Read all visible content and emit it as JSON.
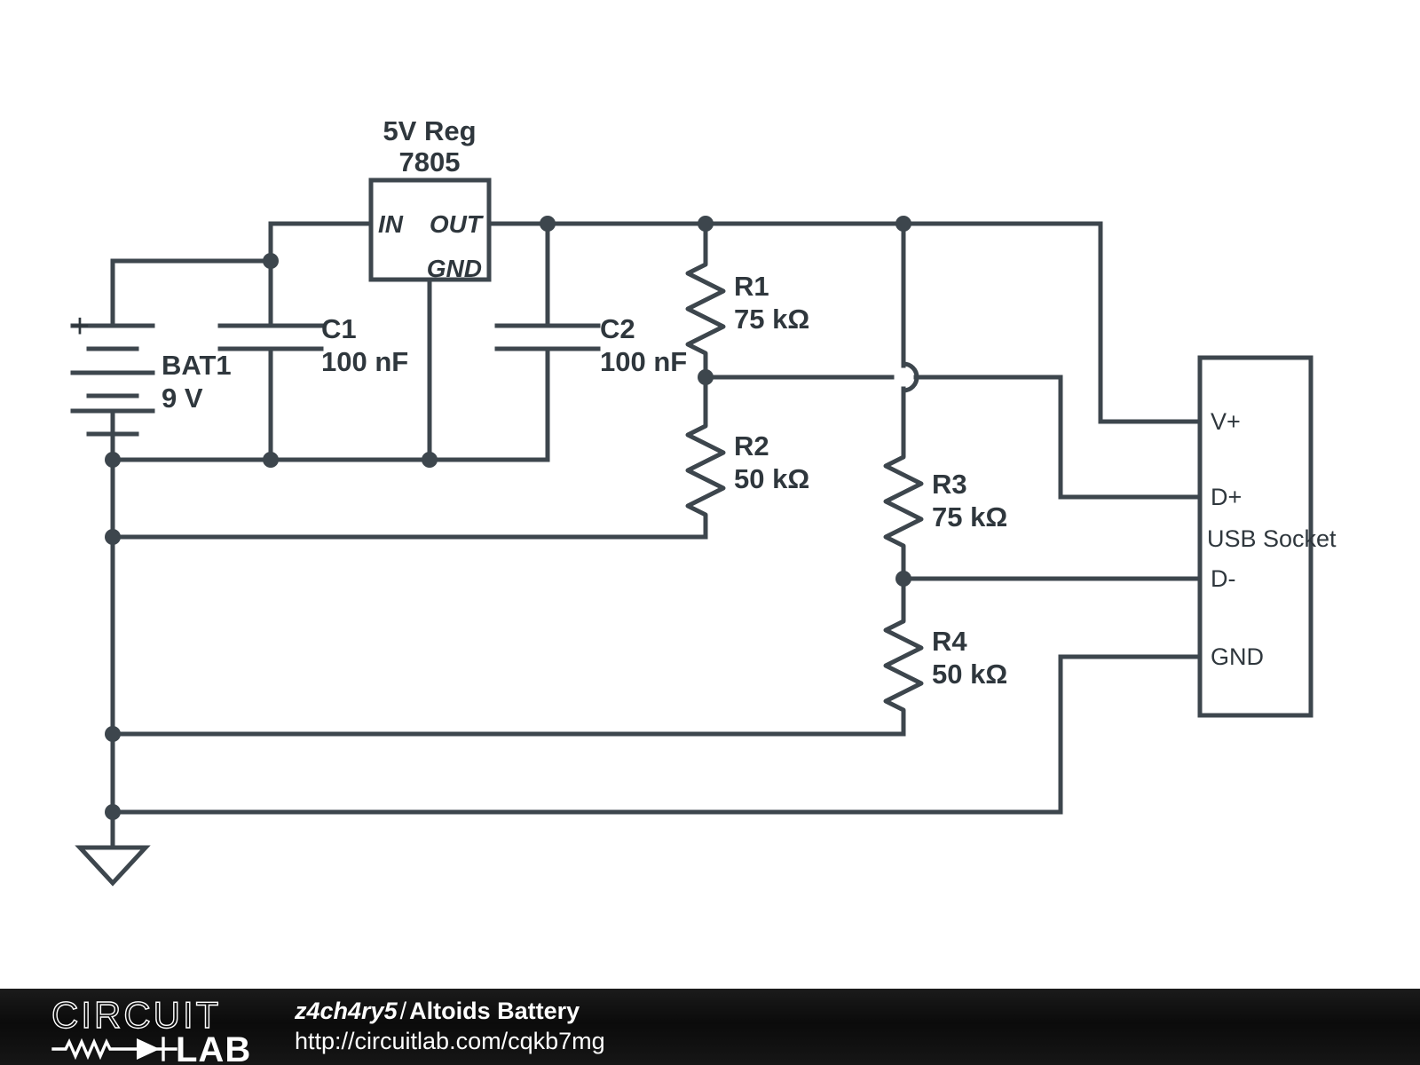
{
  "schematic": {
    "title": "Altoids Battery",
    "line_color": "#3d464d",
    "text_color": "#2f373d",
    "background": "#ffffff",
    "components": {
      "battery": {
        "ref": "BAT1",
        "value": "9 V",
        "polarity": "+"
      },
      "regulator": {
        "name": "5V Reg",
        "part": "7805",
        "pin_in": "IN",
        "pin_out": "OUT",
        "pin_gnd": "GND"
      },
      "c1": {
        "ref": "C1",
        "value": "100 nF"
      },
      "c2": {
        "ref": "C2",
        "value": "100 nF"
      },
      "r1": {
        "ref": "R1",
        "value": "75 kΩ"
      },
      "r2": {
        "ref": "R2",
        "value": "50 kΩ"
      },
      "r3": {
        "ref": "R3",
        "value": "75 kΩ"
      },
      "r4": {
        "ref": "R4",
        "value": "50 kΩ"
      },
      "usb": {
        "label": "USB Socket",
        "pins": [
          "V+",
          "D+",
          "D-",
          "GND"
        ]
      }
    }
  },
  "footer": {
    "logo_top": "CIRCUIT",
    "logo_bottom": "LAB",
    "author": "z4ch4ry5",
    "separator": "/",
    "project": "Altoids Battery",
    "url": "http://circuitlab.com/cqkb7mg"
  }
}
